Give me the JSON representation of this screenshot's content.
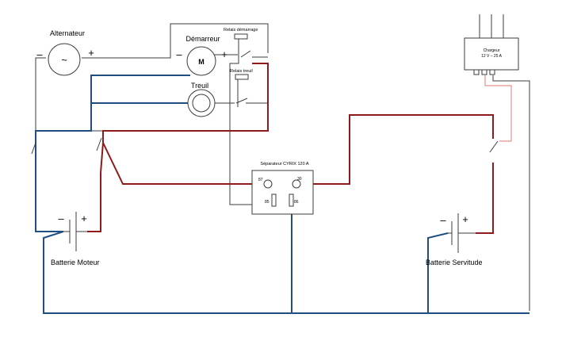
{
  "colors": {
    "black": "#3c3c3c",
    "red": "#8e1b1b",
    "blue": "#1f4f82",
    "light_red": "#e8908a",
    "background": "#ffffff"
  },
  "labels": {
    "alternator": "Alternateur",
    "alternator_symbol": "~",
    "starter": "Démarreur",
    "starter_symbol": "M",
    "winch": "Treuil",
    "relay_start": "Relais démarrage",
    "relay_winch": "Relais treuil",
    "separator": "Séparateur CYRIX 120 A",
    "term_87": "87",
    "term_30": "30",
    "term_85": "85",
    "term_86": "86",
    "charger_name": "Chargeur",
    "charger_rating": "12 V – 25 A",
    "battery_engine": "Batterie Moteur",
    "battery_service": "Batterie Servitude",
    "minus": "–",
    "plus": "+"
  }
}
